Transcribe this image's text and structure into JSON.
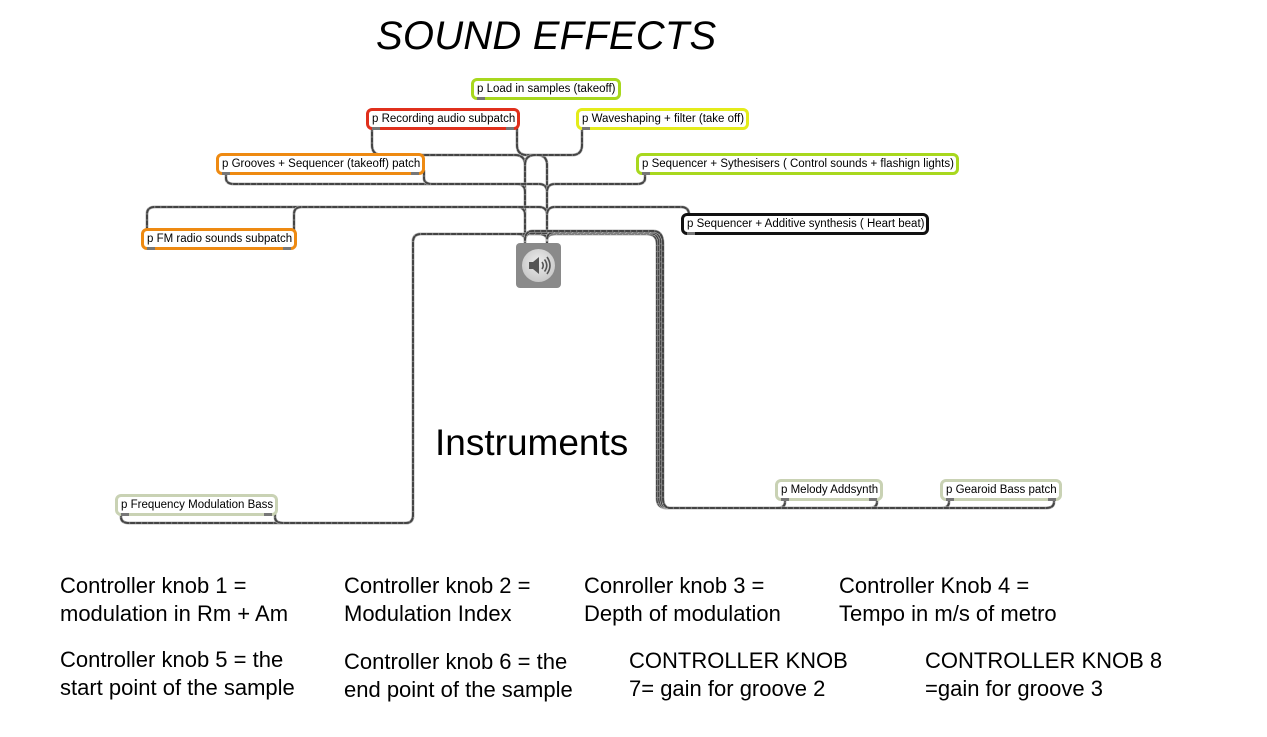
{
  "patcher": {
    "title": "SOUND EFFECTS",
    "section_instruments": "Instruments",
    "accent_colors": {
      "lime": "#a8d81e",
      "red": "#e0301c",
      "yellow": "#e4ec1a",
      "orange": "#ee8a12",
      "black": "#111111",
      "sage": "#c9d2b4",
      "cable": "#444444"
    },
    "sound_effect_objects": [
      {
        "label": "p Load in samples (takeoff)",
        "color": "lime"
      },
      {
        "label": "p Recording audio subpatch",
        "color": "red"
      },
      {
        "label": "p Waveshaping + filter (take off)",
        "color": "yellow"
      },
      {
        "label": "p Grooves + Sequencer (takeoff) patch",
        "color": "orange"
      },
      {
        "label": "p Sequencer + Sythesisers ( Control sounds + flashign lights)",
        "color": "lime"
      },
      {
        "label": "p FM radio sounds subpatch",
        "color": "orange"
      },
      {
        "label": "p Sequencer + Additive synthesis ( Heart beat)",
        "color": "black"
      }
    ],
    "instrument_objects": [
      {
        "label": "p Frequency Modulation Bass",
        "color": "sage"
      },
      {
        "label": "p Melody Addsynth",
        "color": "sage"
      },
      {
        "label": "p Gearoid Bass patch",
        "color": "sage"
      }
    ],
    "dac": {
      "icon": "speaker-icon",
      "label": "ezdac~"
    }
  },
  "notes": [
    {
      "line1": "Controller knob 1 =",
      "line2": "modulation in Rm + Am"
    },
    {
      "line1": "Controller knob 2 =",
      "line2": "Modulation Index"
    },
    {
      "line1": "Conroller knob 3 =",
      "line2": "Depth of modulation"
    },
    {
      "line1": "Controller Knob 4 =",
      "line2": "Tempo in m/s of metro"
    },
    {
      "line1": "Controller knob 5 = the",
      "line2": "start point of the sample"
    },
    {
      "line1": "Controller knob 6 = the",
      "line2": "end point of the sample"
    },
    {
      "line1": "CONTROLLER KNOB",
      "line2": "7= gain for groove 2"
    },
    {
      "line1": "CONTROLLER KNOB 8",
      "line2": "=gain for groove 3"
    }
  ]
}
